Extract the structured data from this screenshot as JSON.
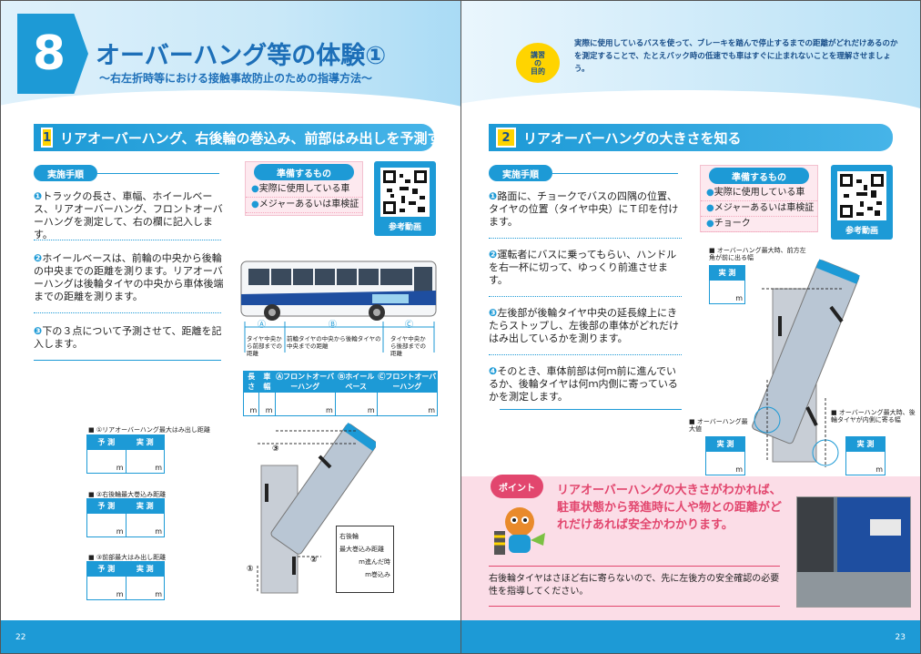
{
  "left_page": {
    "chapter_number": "8",
    "title": "オーバーハング等の体験①",
    "subtitle": "～右左折時等における接触事故防止のための指導方法～",
    "section": {
      "number": "1",
      "title": "リアオーバーハング、右後輪の巻込み、前部はみ出しを予測する"
    },
    "procedure_label": "実施手順",
    "steps": [
      "トラックの長さ、車幅、ホイールベース、リアオーバーハング、フロントオーバーハングを測定して、右の欄に記入します。",
      "ホイールベースは、前輪の中央から後輪の中央までの距離を測ります。リアオーバーハングは後輪タイヤの中央から車体後端までの距離を測ります。",
      "下の３点について予測させて、距離を記入します。"
    ],
    "prep_label": "準備するもの",
    "prep_items": [
      "実際に使用している車",
      "メジャーあるいは車検証"
    ],
    "qr_caption": "参考動画",
    "dim_labels": [
      "Ⓐ",
      "Ⓑ",
      "Ⓒ"
    ],
    "dim_captions": [
      "タイヤ中央から前部までの距離",
      "前輪タイヤの中央から後輪タイヤの中央までの距離",
      "タイヤ中央から後部までの距離"
    ],
    "measure_headers": [
      "長 さ",
      "車 幅",
      "Ⓐフロントオーバーハング",
      "Ⓑホイールベース",
      "Ⓒフロントオーバーハング"
    ],
    "unit": "m",
    "predict_tables": [
      {
        "title": "■ ①リアオーバーハング最大はみ出し距離"
      },
      {
        "title": "■ ②右後輪最大巻込み距離"
      },
      {
        "title": "■ ③前部最大はみ出し距離"
      }
    ],
    "predict_headers": [
      "予 測",
      "実 測"
    ],
    "circle_labels": [
      "①",
      "②",
      "③"
    ],
    "note_lines": [
      "右後輪",
      "最大巻込み距離",
      "m進んだ時",
      "m巻込み"
    ],
    "page_number": "22"
  },
  "right_page": {
    "purpose_label": [
      "講習",
      "の",
      "目的"
    ],
    "purpose_text": "実際に使用しているバスを使って、ブレーキを踏んで停止するまでの距離がどれだけあるのかを測定することで、たとえバック時の低速でも車はすぐに止まれないことを理解させましょう。",
    "section": {
      "number": "2",
      "title": "リアオーバーハングの大きさを知る"
    },
    "procedure_label": "実施手順",
    "steps": [
      "路面に、チョークでバスの四隅の位置、タイヤの位置（タイヤ中央）にＴ印を付けます。",
      "運転者にバスに乗ってもらい、ハンドルを右一杯に切って、ゆっくり前進させます。",
      "左後部が後輪タイヤ中央の延長線上にきたらストップし、左後部の車体がどれだけはみ出しているかを測ります。",
      "そのとき、車体前部は何ｍ前に進んでいるか、後輪タイヤは何ｍ内側に寄っているかを測定します。"
    ],
    "prep_label": "準備するもの",
    "prep_items": [
      "実際に使用している車",
      "メジャーあるいは車検証",
      "チョーク"
    ],
    "qr_caption": "参考動画",
    "measure_notes": [
      {
        "title": "■ オーバーハング最大時、前方左角が前に出る幅",
        "header": "実 測"
      },
      {
        "title": "■ オーバーハング最大値",
        "header": "実 測"
      },
      {
        "title": "■ オーバーハング最大時、後輪タイヤが内側に寄る幅",
        "header": "実 測"
      }
    ],
    "unit": "m",
    "point_badge": "ポイント",
    "point_text": "リアオーバーハングの大きさがわかれば、駐車状態から発進時に人や物との距離がどれだけあれば安全かわかります。",
    "point_note": "右後輪タイヤはさほど右に寄らないので、先に左後方の安全確認の必要性を指導してください。",
    "page_number": "23"
  },
  "colors": {
    "accent": "#1d9ad6",
    "pink": "#e2466e",
    "yellow": "#ffd400"
  }
}
